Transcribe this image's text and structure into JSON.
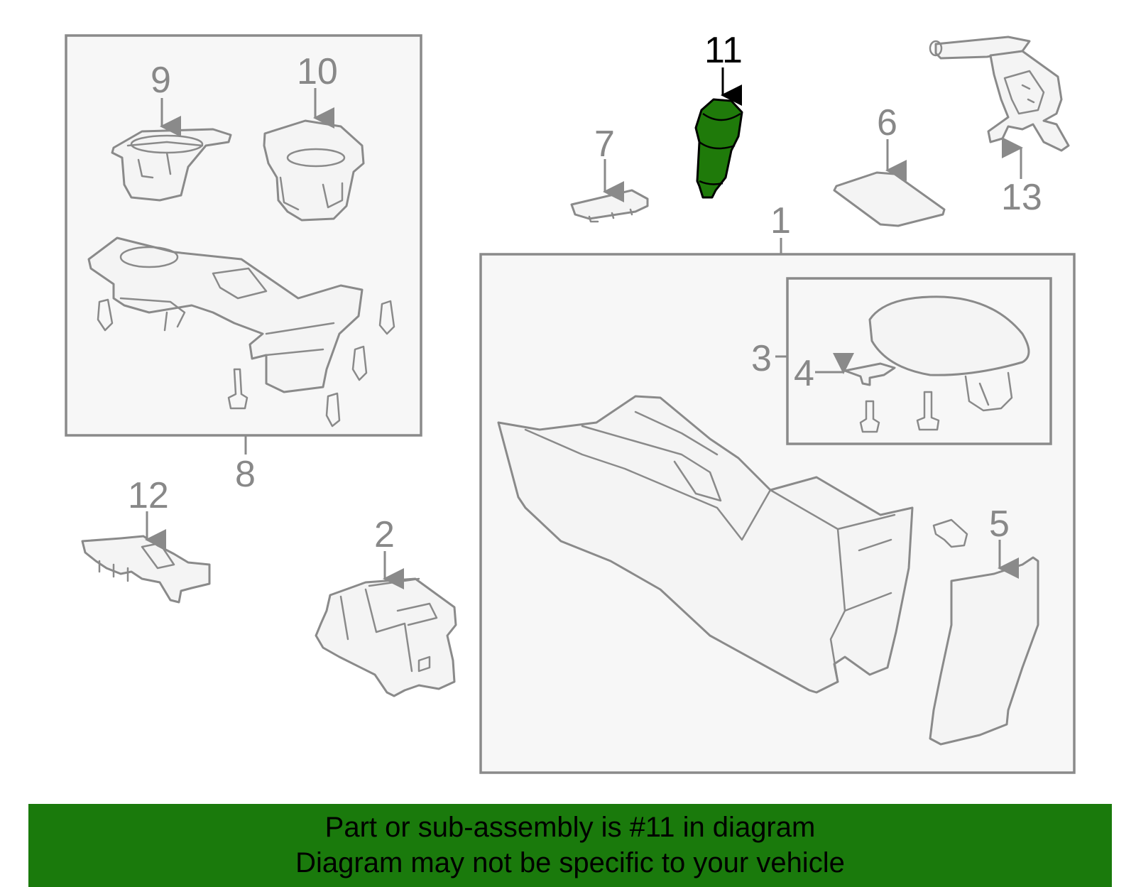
{
  "diagram": {
    "highlight_color": "#1f7a0a",
    "highlighted_part": "11",
    "labels": {
      "p1": "1",
      "p2": "2",
      "p3": "3",
      "p4": "4",
      "p5": "5",
      "p6": "6",
      "p7": "7",
      "p8": "8",
      "p9": "9",
      "p10": "10",
      "p11": "11",
      "p12": "12",
      "p13": "13"
    }
  },
  "banner": {
    "line1": "Part or sub-assembly is #11 in diagram",
    "line2": "Diagram may not be specific to your vehicle",
    "color": "#1a7a0c"
  }
}
